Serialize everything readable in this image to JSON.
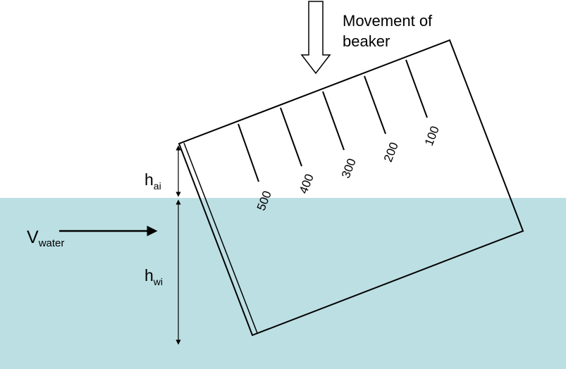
{
  "colors": {
    "water": "#bcdfe3",
    "ink": "#000000",
    "background": "#ffffff"
  },
  "labels": {
    "movement_line1": "Movement of",
    "movement_line2": "beaker",
    "h_air_main": "h",
    "h_air_sub": "ai",
    "h_water_main": "h",
    "h_water_sub": "wi",
    "v_water_main": "V",
    "v_water_sub": "water"
  },
  "graduations": [
    "500",
    "400",
    "300",
    "200",
    "100"
  ],
  "icons": {
    "movement_arrow": "hollow-down-arrow-icon",
    "flow_arrow": "right-arrow-icon"
  }
}
